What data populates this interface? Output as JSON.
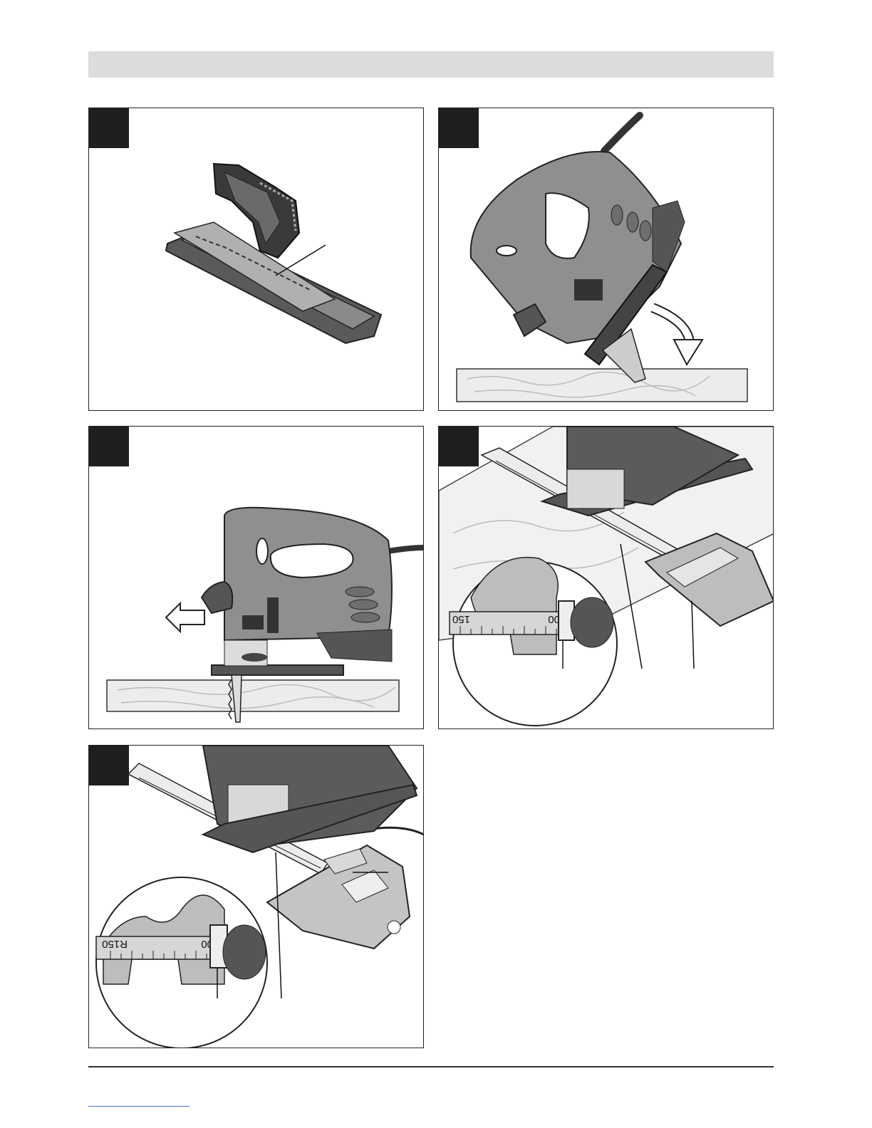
{
  "header": {
    "title": ""
  },
  "figures": [
    {
      "tab_label": "",
      "scale_labels": []
    },
    {
      "tab_label": "",
      "scale_labels": []
    },
    {
      "tab_label": "",
      "scale_labels": []
    },
    {
      "tab_label": "",
      "scale_labels": [
        "150",
        "00"
      ]
    },
    {
      "tab_label": "",
      "scale_labels": [
        "R150",
        "00"
      ]
    }
  ],
  "footer": {
    "link_text": ""
  }
}
